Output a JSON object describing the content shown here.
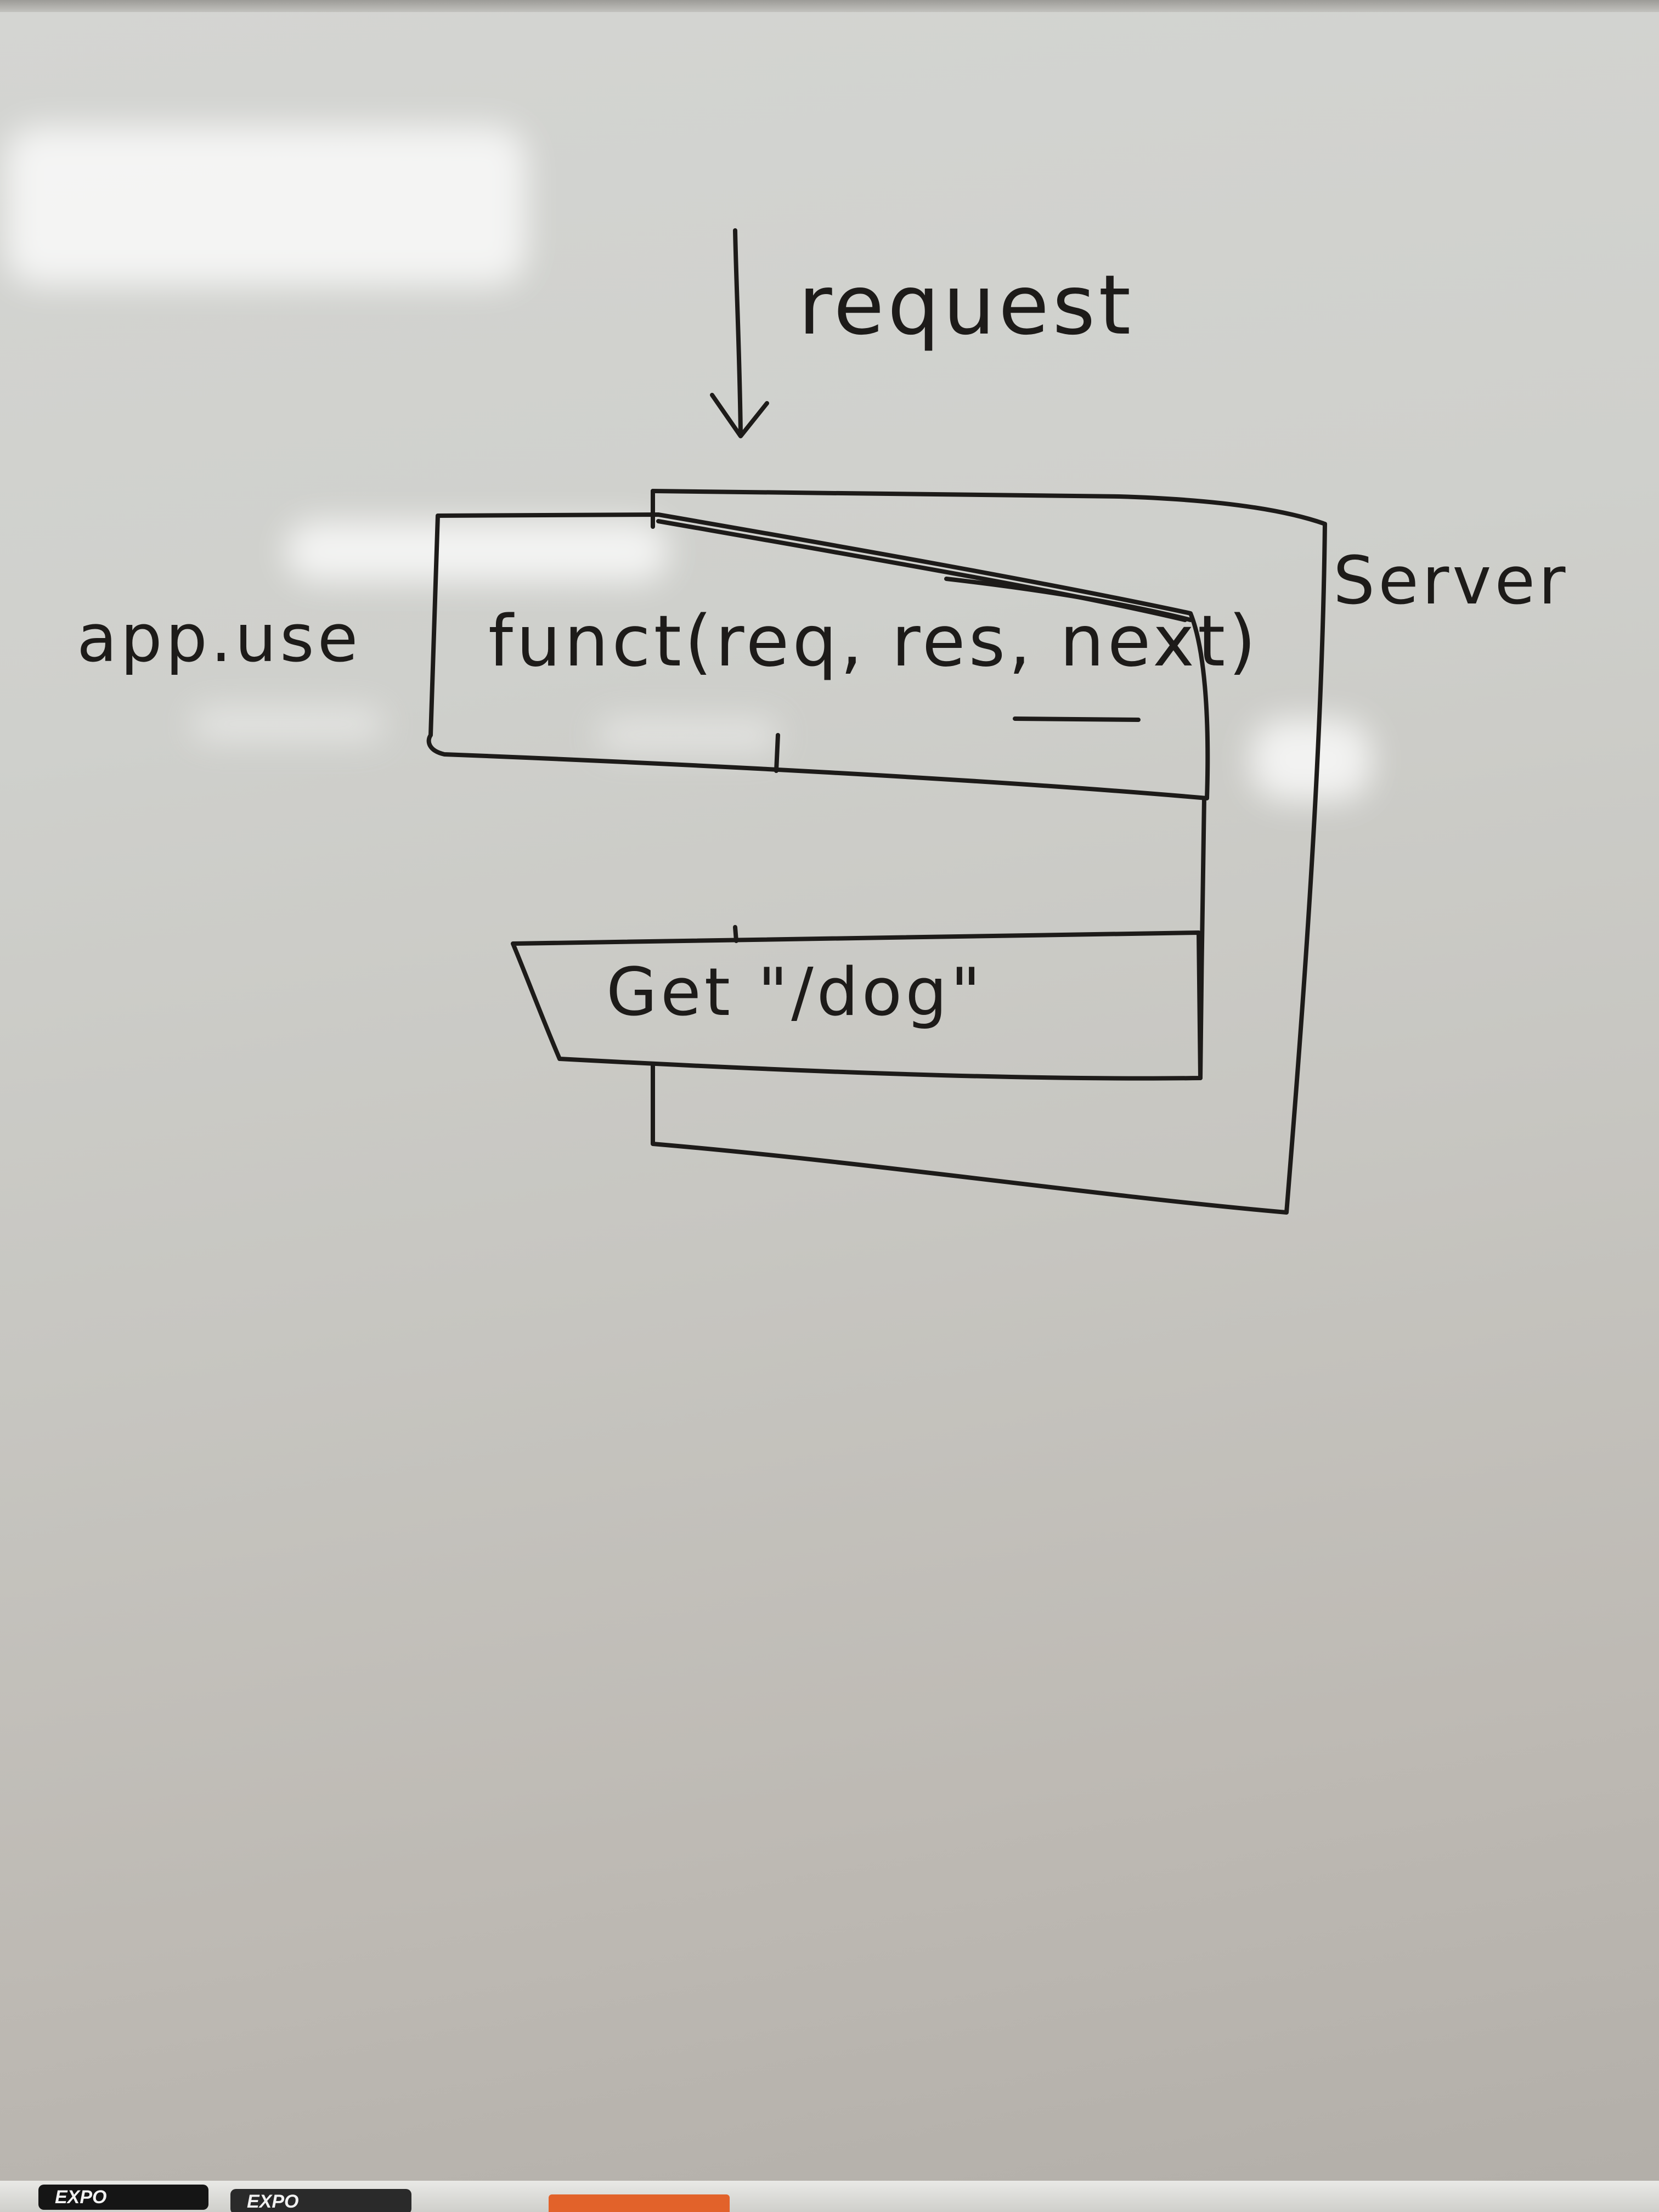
{
  "whiteboard": {
    "request_label": "request",
    "server_label": "Server",
    "app_use_label": "app.use",
    "middleware_label": "funct(req, res, next)",
    "route_label": "Get \"/dog\"",
    "marker_brand": "EXPO"
  }
}
